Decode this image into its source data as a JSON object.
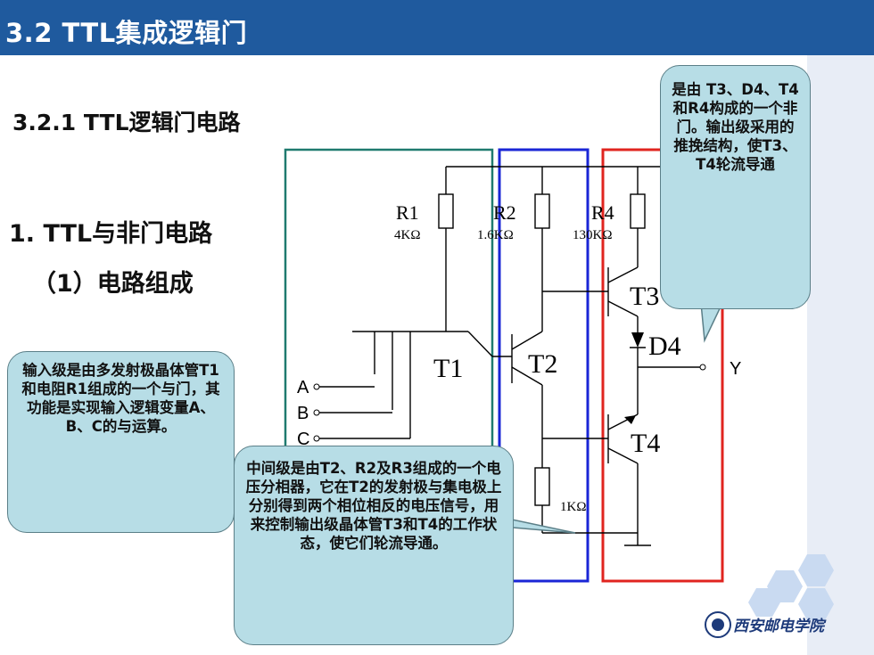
{
  "header": {
    "title": "3.2 TTL集成逻辑门"
  },
  "headings": {
    "section": "3.2.1 TTL逻辑门电路",
    "item": "1. TTL与非门电路",
    "sub": "（1）电路组成"
  },
  "circuit": {
    "r1": "R1",
    "r1_val": "4KΩ",
    "r2": "R2",
    "r2_val": "1.6KΩ",
    "r4": "R4",
    "r4_val": "130KΩ",
    "r3_val": "1KΩ",
    "t1": "T1",
    "t2": "T2",
    "t3": "T3",
    "t4": "T4",
    "d4": "D4",
    "in_a": "A",
    "in_b": "B",
    "in_c": "C",
    "out_y": "Y"
  },
  "callouts": {
    "output_stage": "是由 T3、D4、T4和R4构成的一个非门。输出级采用的推挽结构，使T3、T4轮流导通",
    "input_stage": "输入级是由多发射极晶体管T1和电阻R1组成的一个与门，其功能是实现输入逻辑变量A、B、C的与运算。",
    "middle_stage": "中间级是由T2、R2及R3组成的一个电压分相器，它在T2的发射极与集电极上分别得到两个相位相反的电压信号，用来控制输出级晶体管T3和T4的工作状态，使它们轮流导通。"
  },
  "logo": {
    "name": "西安邮电学院"
  },
  "colors": {
    "header": "#1f5a9e",
    "callout": "#b7dde6",
    "box_input": "#1f7a6f",
    "box_middle": "#1a26d6",
    "box_output": "#e0241f"
  }
}
